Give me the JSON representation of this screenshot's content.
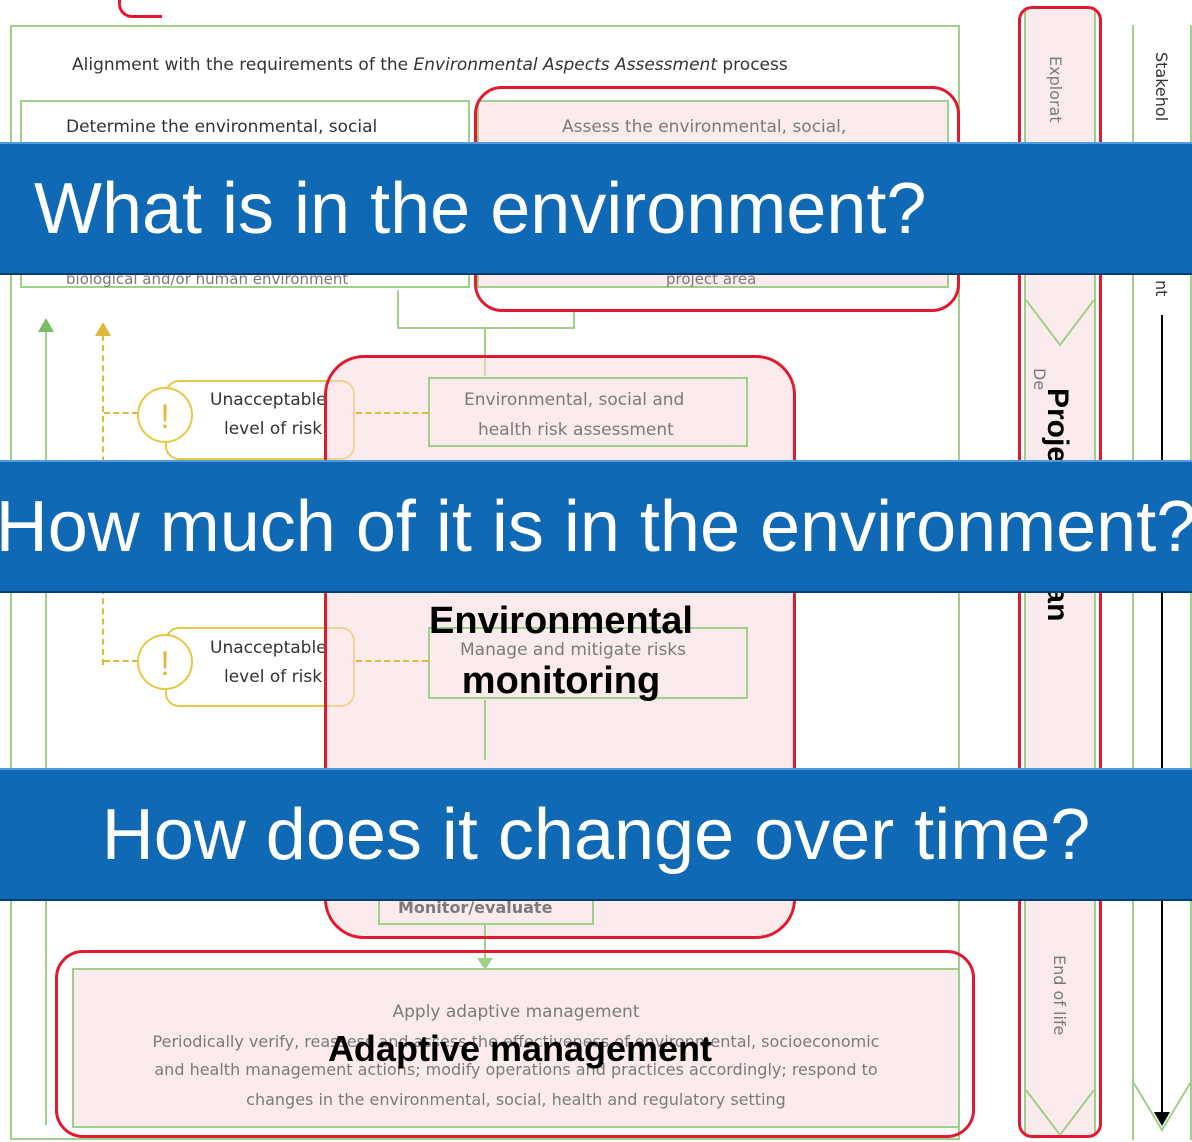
{
  "diagram": {
    "header": {
      "prefix": "Alignment with the requirements of the ",
      "italic": "Environmental Aspects Assessment",
      "suffix": " process"
    },
    "boxes": {
      "determine_line1": "Determine the environmental, social",
      "determine_line3": "biological and/or human environment",
      "assess_line1": "Assess the environmental, social,",
      "assess_line3": "project area",
      "risk_assessment_line1": "Environmental, social and",
      "risk_assessment_line2": "health risk assessment",
      "manage_text": "Manage and mitigate risks",
      "monitor_text": "Monitor/evaluate",
      "unacceptable_1_line1": "Unacceptable",
      "unacceptable_1_line2": "level of risk",
      "unacceptable_2_line1": "Unacceptable",
      "unacceptable_2_line2": "level of risk",
      "alert_symbol": "!",
      "adaptive_title": "Apply adaptive management",
      "adaptive_line1": "Periodically verify, reassess and assess the effectiveness of environmental, socioeconomic",
      "adaptive_line2": "and health management actions; modify operations and practices accordingly; respond to",
      "adaptive_line3": "changes in the environmental, social, health and regulatory setting"
    },
    "highlights": {
      "environmental_monitoring_line1": "Environmental",
      "environmental_monitoring_line2": "monitoring",
      "adaptive_management": "Adaptive management"
    },
    "side": {
      "exploration": "Explorat",
      "development": "De",
      "end_of_life": "End of life",
      "project_life_span": "Project life-span",
      "stakeholder": "Stakehol",
      "stakeholder_tail": "nt"
    },
    "banners": {
      "question_1": "What is in the environment?",
      "question_2": "How much of it is in the environment?",
      "question_3": "How does it change over time?"
    },
    "colors": {
      "banner_blue": "#0f69b4",
      "highlight_red": "#e01b2f",
      "box_green": "#9fd08a",
      "risk_yellow": "#e5c843"
    }
  }
}
